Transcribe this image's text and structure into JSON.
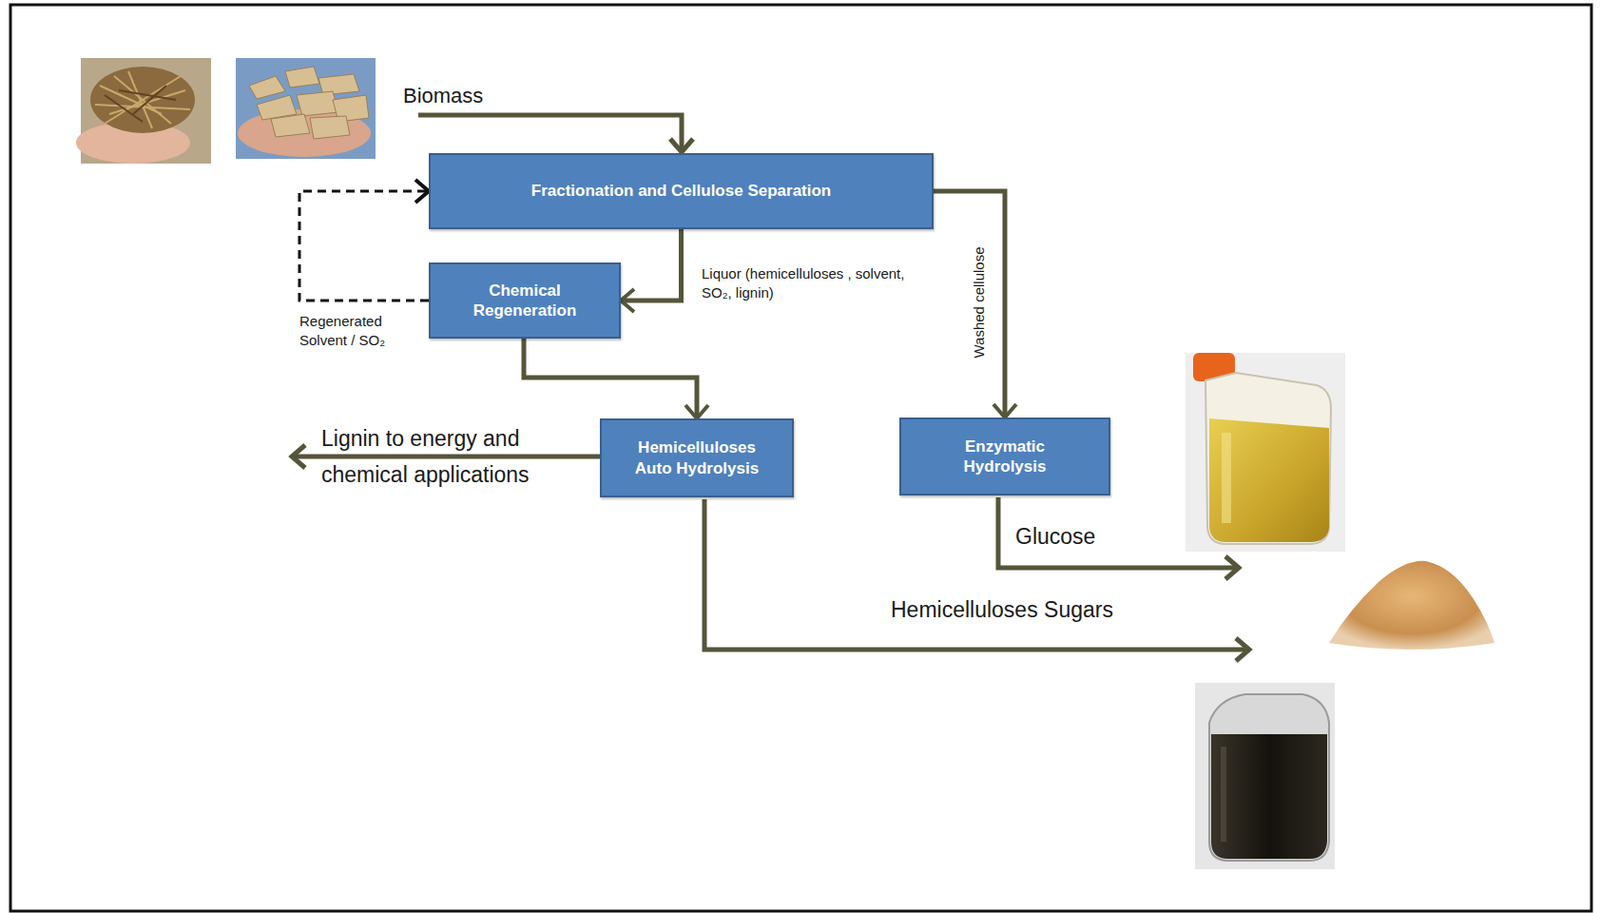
{
  "diagram": {
    "nodes": [
      {
        "text": [
          "Fractionation and Cellulose Separation"
        ]
      },
      {
        "text": [
          "Chemical Regeneration"
        ]
      },
      {
        "text": [
          "Hemicelluloses Auto Hydrolysis"
        ]
      },
      {
        "text": [
          "Enzymatic Hydrolysis"
        ]
      }
    ],
    "edges": [
      {
        "from": 0,
        "to": 1,
        "arrow": "to",
        "label": "Liquor (hemicelluloses , solvent, SO₂, lignin)"
      },
      {
        "from": 1,
        "to": 0,
        "arrow": "to",
        "label": "Regenerated Solvent / SO₂"
      },
      {
        "from": 1,
        "to": 2,
        "arrow": "to"
      },
      {
        "from": 0,
        "to": 3,
        "arrow": "to",
        "label": "Washed cellulose"
      }
    ],
    "labels": [
      "Biomass",
      "Lignin to energy and chemical applications",
      "Glucose",
      "Hemicelluloses Sugars"
    ]
  }
}
